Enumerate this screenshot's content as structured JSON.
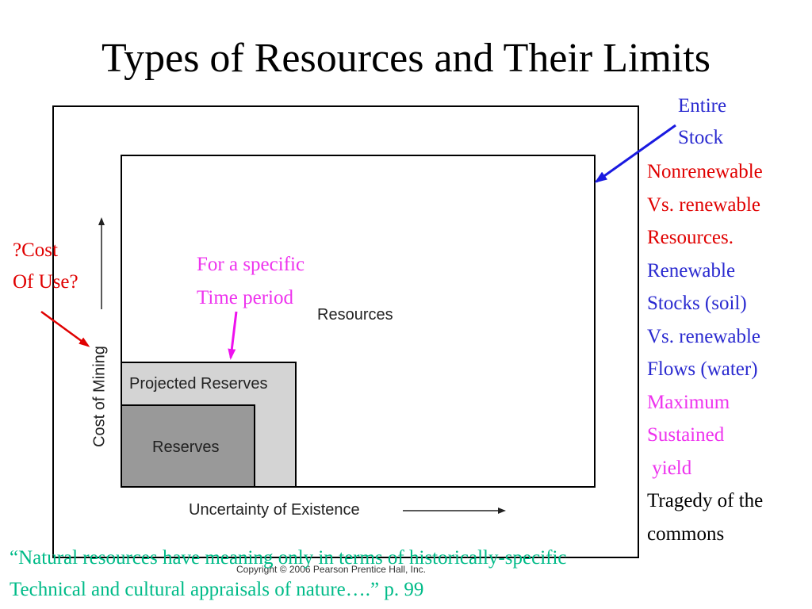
{
  "title": "Types of Resources and Their Limits",
  "diagram": {
    "resources_label": "Resources",
    "projected_label": "Projected Reserves",
    "reserves_label": "Reserves",
    "x_axis_label": "Uncertainty of Existence",
    "y_axis_label": "Cost of Mining"
  },
  "annotations": {
    "entire_stock": [
      "Entire",
      "Stock"
    ],
    "cost_of_use": [
      "?Cost",
      "Of Use?"
    ],
    "time_period": [
      "For a specific",
      "Time period"
    ]
  },
  "side_notes": [
    {
      "text": "Nonrenewable",
      "color": "#e00000"
    },
    {
      "text": "Vs. renewable",
      "color": "#e00000"
    },
    {
      "text": "Resources.",
      "color": "#e00000"
    },
    {
      "text": "Renewable",
      "color": "#2a2ad0"
    },
    {
      "text": "Stocks (soil)",
      "color": "#2a2ad0"
    },
    {
      "text": "Vs. renewable",
      "color": "#2a2ad0"
    },
    {
      "text": "Flows (water)",
      "color": "#2a2ad0"
    },
    {
      "text": "Maximum",
      "color": "#ee33ee"
    },
    {
      "text": "Sustained",
      "color": "#ee33ee"
    },
    {
      "text": " yield",
      "color": "#ee33ee"
    },
    {
      "text": "Tragedy of the",
      "color": "#000000"
    },
    {
      "text": "commons",
      "color": "#000000"
    }
  ],
  "quote": [
    "“Natural resources have meaning only in terms of historically-specific",
    "Technical and cultural appraisals of nature….” p. 99"
  ],
  "copyright": "Copyright © 2006 Pearson Prentice Hall, Inc."
}
